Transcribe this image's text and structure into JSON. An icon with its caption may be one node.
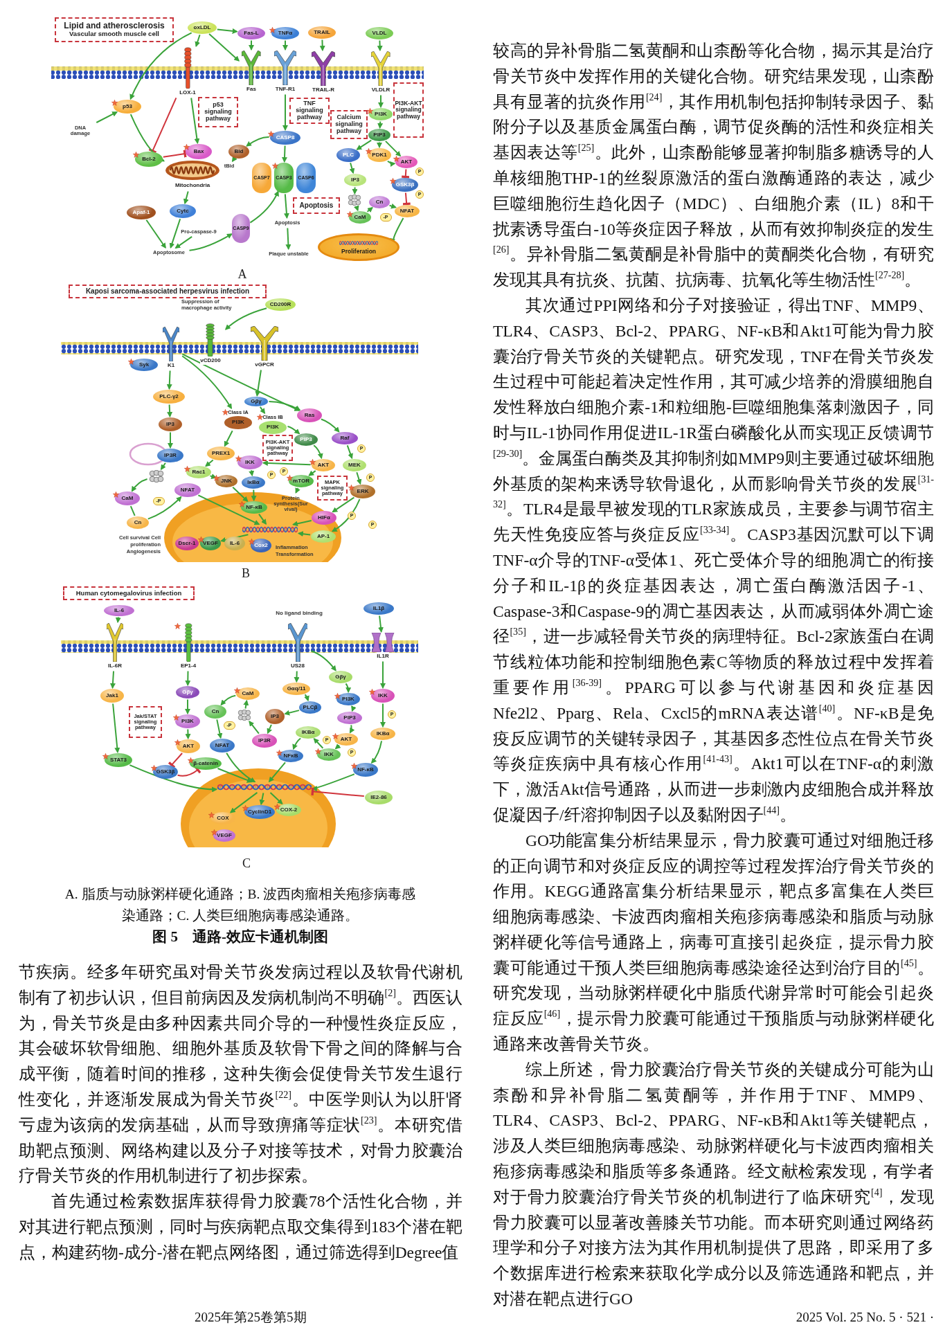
{
  "diagram": {
    "caption": "图 5　通路-效应卡通机制图",
    "nodes": [
      {
        "text": [
          "Lipid and atherosclerosis",
          "Vascular smooth muscle cell"
        ]
      },
      {
        "text": [
          "oxLDL"
        ]
      },
      {
        "text": [
          "Fas-L"
        ]
      },
      {
        "text": [
          "TNFα"
        ]
      },
      {
        "text": [
          "TRAIL"
        ]
      },
      {
        "text": [
          "VLDL"
        ]
      },
      {
        "text": [
          "LOX-1"
        ]
      },
      {
        "text": [
          "Fas"
        ]
      },
      {
        "text": [
          "TNF-R1"
        ]
      },
      {
        "text": [
          "TRAIL-R"
        ]
      },
      {
        "text": [
          "VLDLR"
        ]
      },
      {
        "text": [
          "p53 signaling pathway"
        ]
      },
      {
        "text": [
          "TNF signaling pathway"
        ]
      },
      {
        "text": [
          "Calcium signaling pathway"
        ]
      },
      {
        "text": [
          "PI3K-AKT signaling pathway"
        ]
      },
      {
        "text": [
          "p53"
        ]
      },
      {
        "text": [
          "DNA damage"
        ]
      },
      {
        "text": [
          "Bcl-2"
        ]
      },
      {
        "text": [
          "Bax"
        ]
      },
      {
        "text": [
          "Mitochondria"
        ]
      },
      {
        "text": [
          "tBid"
        ]
      },
      {
        "text": [
          "Bid"
        ]
      },
      {
        "text": [
          "CASP8"
        ]
      },
      {
        "text": [
          "CASP7"
        ]
      },
      {
        "text": [
          "CASP3"
        ]
      },
      {
        "text": [
          "CASP6"
        ]
      },
      {
        "text": [
          "Apoptosis"
        ]
      },
      {
        "text": [
          "Cytc"
        ]
      },
      {
        "text": [
          "Apaf-1"
        ]
      },
      {
        "text": [
          "Pro-caspase-9"
        ]
      },
      {
        "text": [
          "Apoptosome"
        ]
      },
      {
        "text": [
          "CASP9"
        ]
      },
      {
        "text": [
          "Apoptosis"
        ]
      },
      {
        "text": [
          "Plaque unstable"
        ]
      },
      {
        "text": [
          "PI3K"
        ]
      },
      {
        "text": [
          "PIP3"
        ]
      },
      {
        "text": [
          "PLC"
        ]
      },
      {
        "text": [
          "PDK1"
        ]
      },
      {
        "text": [
          "AKT"
        ]
      },
      {
        "text": [
          "IP3"
        ]
      },
      {
        "text": [
          "GSK3β"
        ]
      },
      {
        "text": [],
        "shape": "picture"
      },
      {
        "text": [
          "CaM"
        ]
      },
      {
        "text": [
          "Cn"
        ]
      },
      {
        "text": [
          "NFAT"
        ]
      },
      {
        "text": [
          "Proliferation"
        ]
      },
      {
        "text": [
          "Kaposi sarcoma-associated herpesvirus infection"
        ]
      },
      {
        "text": [
          "CD200R"
        ]
      },
      {
        "text": [
          "K1"
        ]
      },
      {
        "text": [
          "vCD200"
        ]
      },
      {
        "text": [
          "vGPCR"
        ]
      },
      {
        "text": [
          "Syk"
        ]
      },
      {
        "text": [
          "PLC-γ2"
        ]
      },
      {
        "text": [
          "IP3"
        ]
      },
      {
        "text": [
          "IP3R"
        ]
      },
      {
        "text": [],
        "shape": "picture"
      },
      {
        "text": [
          "CaM"
        ]
      },
      {
        "text": [
          "Cn"
        ]
      },
      {
        "text": [
          "NFAT"
        ]
      },
      {
        "text": [
          "Class IA",
          "PI3K"
        ]
      },
      {
        "text": [
          "Class IB",
          "PI3K"
        ]
      },
      {
        "text": [
          "Gβγ"
        ]
      },
      {
        "text": [
          "Ras"
        ]
      },
      {
        "text": [
          "Raf"
        ]
      },
      {
        "text": [
          "MEK"
        ]
      },
      {
        "text": [
          "ERK"
        ]
      },
      {
        "text": [
          "MAPK signaling pathway"
        ]
      },
      {
        "text": [
          "PI3K-AKT signaling pathway"
        ]
      },
      {
        "text": [
          "PIP3"
        ]
      },
      {
        "text": [
          "AKT"
        ]
      },
      {
        "text": [
          "mTOR"
        ]
      },
      {
        "text": [
          "IKK"
        ]
      },
      {
        "text": [
          "IκBα"
        ]
      },
      {
        "text": [
          "PREX1"
        ]
      },
      {
        "text": [
          "Rac1"
        ]
      },
      {
        "text": [
          "JNK"
        ]
      },
      {
        "text": [
          "NF-κB"
        ]
      },
      {
        "text": [
          "Protein synthesis(Survival)"
        ]
      },
      {
        "text": [
          "HIFα"
        ]
      },
      {
        "text": [
          "AP-1"
        ]
      },
      {
        "text": [],
        "shape": "picture"
      },
      {
        "text": [
          "Dscr-1"
        ]
      },
      {
        "text": [
          "VEGF"
        ]
      },
      {
        "text": [
          "IL-6"
        ]
      },
      {
        "text": [
          "Cox2"
        ]
      },
      {
        "text": [
          "Human cytomegalovirus infection"
        ]
      },
      {
        "text": [
          "IL-6"
        ]
      },
      {
        "text": [
          "IL-6R"
        ]
      },
      {
        "text": [
          "EP1-4"
        ]
      },
      {
        "text": [
          "US28"
        ],
        "beside": [
          "No ligand binding"
        ]
      },
      {
        "text": [
          "IL1β"
        ]
      },
      {
        "text": [
          "IL1R"
        ]
      },
      {
        "text": [
          "Jak1"
        ]
      },
      {
        "text": [
          "Jak/STAT signaling pathway"
        ]
      },
      {
        "text": [
          "STAT3"
        ]
      },
      {
        "text": [
          "Gβγ"
        ]
      },
      {
        "text": [
          "PI3K"
        ]
      },
      {
        "text": [
          "AKT"
        ]
      },
      {
        "text": [
          "β-catenin"
        ]
      },
      {
        "text": [
          "GSK3β"
        ]
      },
      {
        "text": [
          "CaM"
        ]
      },
      {
        "text": [],
        "shape": "picture"
      },
      {
        "text": [
          "Cn"
        ]
      },
      {
        "text": [
          "NFAT"
        ]
      },
      {
        "text": [
          "IP3"
        ]
      },
      {
        "text": [
          "IP3R"
        ]
      },
      {
        "text": [
          "Gαq/11"
        ]
      },
      {
        "text": [
          "PLCβ"
        ]
      },
      {
        "text": [
          "Gβγ"
        ]
      },
      {
        "text": [
          "PI3K"
        ]
      },
      {
        "text": [
          "PIP3"
        ]
      },
      {
        "text": [
          "AKT"
        ]
      },
      {
        "text": [
          "IKBα"
        ]
      },
      {
        "text": [
          "NFκB"
        ]
      },
      {
        "text": [
          "IKK"
        ]
      },
      {
        "text": [
          "IKK"
        ]
      },
      {
        "text": [
          "IKBα"
        ]
      },
      {
        "text": [
          "NF-κB"
        ]
      },
      {
        "text": [
          "IE2-86"
        ]
      },
      {
        "text": [],
        "shape": "picture"
      },
      {
        "text": [
          "COX"
        ]
      },
      {
        "text": [
          "VEGF"
        ]
      },
      {
        "text": [
          "CyclinD1"
        ]
      },
      {
        "text": [
          "COX-2"
        ]
      }
    ],
    "edges": [
      {
        "from": 1,
        "to": 6,
        "arrow": "to"
      },
      {
        "from": 1,
        "to": 2,
        "arrow": "to"
      },
      {
        "from": 1,
        "to": 7,
        "arrow": "to"
      },
      {
        "from": 1,
        "to": 15,
        "arrow": "to"
      },
      {
        "from": 2,
        "to": 7,
        "arrow": "to"
      },
      {
        "from": 3,
        "to": 8,
        "arrow": "to"
      },
      {
        "from": 4,
        "to": 9,
        "arrow": "to"
      },
      {
        "from": 5,
        "to": 10,
        "arrow": "to"
      },
      {
        "from": 6,
        "to": 17,
        "arrow": "other",
        "color": "#d0343c"
      },
      {
        "from": 6,
        "to": 18,
        "arrow": "to"
      },
      {
        "from": 16,
        "to": 15,
        "arrow": "to"
      },
      {
        "from": 15,
        "to": 19,
        "arrow": "to"
      },
      {
        "from": 17,
        "to": 18,
        "arrow": "other",
        "color": "#d0343c"
      },
      {
        "from": 21,
        "to": 20,
        "arrow": "to"
      },
      {
        "from": 19,
        "to": 27,
        "arrow": "to"
      },
      {
        "from": 28,
        "to": 30,
        "arrow": "to"
      },
      {
        "from": 27,
        "to": 30,
        "arrow": "to"
      },
      {
        "from": 29,
        "to": 30,
        "arrow": "to"
      },
      {
        "from": 30,
        "to": 31,
        "arrow": "to"
      },
      {
        "from": 8,
        "to": 22,
        "arrow": "to"
      },
      {
        "from": 22,
        "to": 21,
        "arrow": "to"
      },
      {
        "from": 22,
        "to": 24,
        "arrow": "to"
      },
      {
        "from": 31,
        "to": 24,
        "arrow": "to"
      },
      {
        "from": 24,
        "to": 32,
        "arrow": "to"
      },
      {
        "from": 32,
        "to": 33,
        "arrow": "to"
      },
      {
        "from": 10,
        "to": 34,
        "arrow": "to"
      },
      {
        "from": 34,
        "to": 35,
        "arrow": "to"
      },
      {
        "from": 35,
        "to": 36,
        "arrow": "to"
      },
      {
        "from": 35,
        "to": 37,
        "arrow": "to"
      },
      {
        "from": 35,
        "to": 38,
        "arrow": "to"
      },
      {
        "from": 37,
        "to": 38,
        "arrow": "to"
      },
      {
        "from": 38,
        "to": 40,
        "arrow": "other",
        "color": "#d0343c"
      },
      {
        "from": 40,
        "to": 44,
        "arrow": "other",
        "color": "#d0343c"
      },
      {
        "from": 36,
        "to": 39,
        "arrow": "to"
      },
      {
        "from": 39,
        "to": 41,
        "arrow": "to"
      },
      {
        "from": 41,
        "to": 42,
        "arrow": "to"
      },
      {
        "from": 42,
        "to": 43,
        "arrow": "to"
      },
      {
        "from": 43,
        "to": 44,
        "arrow": "to"
      },
      {
        "from": 44,
        "to": 45,
        "arrow": "to"
      },
      {
        "from": 47,
        "to": 49,
        "arrow": "to",
        "label": "Suppression of macrophage activity"
      },
      {
        "from": 48,
        "to": 52,
        "arrow": "to"
      },
      {
        "from": 48,
        "to": 59,
        "arrow": "to"
      },
      {
        "from": 48,
        "to": 62,
        "arrow": "to"
      },
      {
        "from": 50,
        "to": 61,
        "arrow": "to"
      },
      {
        "from": 61,
        "to": 62,
        "arrow": "to"
      },
      {
        "from": 61,
        "to": 60,
        "arrow": "to"
      },
      {
        "from": 60,
        "to": 68,
        "arrow": "to"
      },
      {
        "from": 68,
        "to": 69,
        "arrow": "to"
      },
      {
        "from": 69,
        "to": 71,
        "arrow": "to"
      },
      {
        "from": 69,
        "to": 70,
        "arrow": "to"
      },
      {
        "from": 70,
        "to": 77,
        "arrow": "to"
      },
      {
        "from": 71,
        "to": 72,
        "arrow": "to"
      },
      {
        "from": 72,
        "to": 76,
        "arrow": "to"
      },
      {
        "from": 76,
        "to": 80,
        "arrow": "to"
      },
      {
        "from": 62,
        "to": 63,
        "arrow": "to"
      },
      {
        "from": 63,
        "to": 64,
        "arrow": "to"
      },
      {
        "from": 64,
        "to": 65,
        "arrow": "to"
      },
      {
        "from": 65,
        "to": 78,
        "arrow": "to"
      },
      {
        "from": 65,
        "to": 79,
        "arrow": "to"
      },
      {
        "from": 78,
        "to": 80,
        "arrow": "to"
      },
      {
        "from": 79,
        "to": 80,
        "arrow": "to"
      },
      {
        "from": 52,
        "to": 53,
        "arrow": "to"
      },
      {
        "from": 53,
        "to": 54,
        "arrow": "to"
      },
      {
        "from": 54,
        "to": 55,
        "arrow": "to"
      },
      {
        "from": 55,
        "to": 56,
        "arrow": "to"
      },
      {
        "from": 56,
        "to": 57,
        "arrow": "none"
      },
      {
        "from": 57,
        "to": 58,
        "arrow": "to"
      },
      {
        "from": 58,
        "to": 80,
        "arrow": "to"
      },
      {
        "from": 59,
        "to": 73,
        "arrow": "to"
      },
      {
        "from": 73,
        "to": 74,
        "arrow": "to"
      },
      {
        "from": 74,
        "to": 75,
        "arrow": "to"
      },
      {
        "from": 75,
        "to": 76,
        "arrow": "to"
      },
      {
        "from": 80,
        "to": 82,
        "arrow": "to"
      },
      {
        "from": 86,
        "to": 87,
        "arrow": "to"
      },
      {
        "from": 87,
        "to": 92,
        "arrow": "to"
      },
      {
        "from": 92,
        "to": 94,
        "arrow": "to"
      },
      {
        "from": 94,
        "to": 119,
        "arrow": "to"
      },
      {
        "from": 88,
        "to": 95,
        "arrow": "to"
      },
      {
        "from": 95,
        "to": 96,
        "arrow": "to"
      },
      {
        "from": 96,
        "to": 97,
        "arrow": "to"
      },
      {
        "from": 97,
        "to": 99,
        "arrow": "other",
        "color": "#d0343c"
      },
      {
        "from": 99,
        "to": 98,
        "arrow": "other",
        "color": "#d0343c"
      },
      {
        "from": 98,
        "to": 119,
        "arrow": "to"
      },
      {
        "from": 100,
        "to": 102,
        "arrow": "to"
      },
      {
        "from": 102,
        "to": 103,
        "arrow": "to"
      },
      {
        "from": 103,
        "to": 119,
        "arrow": "to"
      },
      {
        "from": 101,
        "to": 100,
        "arrow": "to"
      },
      {
        "from": 105,
        "to": 101,
        "arrow": "to"
      },
      {
        "from": 104,
        "to": 105,
        "arrow": "to"
      },
      {
        "from": 107,
        "to": 104,
        "arrow": "to"
      },
      {
        "from": 106,
        "to": 107,
        "arrow": "to"
      },
      {
        "from": 89,
        "to": 106,
        "arrow": "to"
      },
      {
        "from": 89,
        "to": 108,
        "arrow": "to"
      },
      {
        "from": 108,
        "to": 109,
        "arrow": "to"
      },
      {
        "from": 109,
        "to": 110,
        "arrow": "to"
      },
      {
        "from": 110,
        "to": 111,
        "arrow": "to"
      },
      {
        "from": 111,
        "to": 114,
        "arrow": "to"
      },
      {
        "from": 114,
        "to": 112,
        "arrow": "to"
      },
      {
        "from": 112,
        "to": 113,
        "arrow": "to"
      },
      {
        "from": 113,
        "to": 119,
        "arrow": "to"
      },
      {
        "from": 90,
        "to": 91,
        "arrow": "to"
      },
      {
        "from": 91,
        "to": 115,
        "arrow": "to"
      },
      {
        "from": 115,
        "to": 116,
        "arrow": "to"
      },
      {
        "from": 116,
        "to": 117,
        "arrow": "to"
      },
      {
        "from": 117,
        "to": 119,
        "arrow": "to"
      },
      {
        "from": 118,
        "to": 119,
        "arrow": "other",
        "color": "#d0343c"
      },
      {
        "from": 119,
        "to": 120,
        "arrow": "to"
      },
      {
        "from": 119,
        "to": 122,
        "arrow": "to"
      },
      {
        "from": 119,
        "to": 123,
        "arrow": "to"
      }
    ],
    "labels": [
      "P",
      "P",
      "-P",
      "A",
      "-P",
      "P",
      "P",
      "P",
      "P",
      "P",
      "P",
      "Cell survival Cell proliferation Angiogenesis",
      "Inflammation Transformation",
      "B",
      "-P",
      "P",
      "P",
      "P",
      "C",
      "A. 脂质与动脉粥样硬化通路；B. 波西肉瘤相关疱疹病毒感染通路；C. 人类巨细胞病毒感染通路。",
      "节疾病。经多年研究虽对骨关节炎发病过程以及软骨代谢机制有了初步认识，但目前病因及发病机制尚不明确$^{[2]}$。西医认为，骨关节炎是由多种因素共同介导的一种慢性炎症反应，其会破坏软骨细胞、细胞外基质及软骨下骨之间的降解与合成平衡，随着时间的推移，这种失衡会促使骨关节发生退行性变化，并逐渐发展成为骨关节炎$^{[22]}$。中医学则认为以肝肾亏虚为该病的发病基础，从而导致痹痛等症状$^{[23]}$。本研究借助靶点预测、网络构建以及分子对接等技术，对骨力胶囊治疗骨关节炎的作用机制进行了初步探索。",
      "首先通过检索数据库获得骨力胶囊78个活性化合物，并对其进行靶点预测，同时与疾病靶点取交集得到183个潜在靶点，构建药物-成分-潜在靶点网络图，通过筛选得到Degree值",
      "较高的异补骨脂二氢黄酮和山柰酚等化合物，揭示其是治疗骨关节炎中发挥作用的关键化合物。研究结果发现，山柰酚具有显著的抗炎作用$^{[24]}$，其作用机制包括抑制转录因子、黏附分子以及基质金属蛋白酶，调节促炎酶的活性和炎症相关基因表达等$^{[25]}$。此外，山柰酚能够显著抑制脂多糖诱导的人单核细胞THP-1的丝裂原激活的蛋白激酶通路的表达，减少巨噬细胞衍生趋化因子（MDC）、白细胞介素（IL）8和干扰素诱导蛋白-10等炎症因子释放，从而有效抑制炎症的发生$^{[26]}$。异补骨脂二氢黄酮是补骨脂中的黄酮类化合物，有研究发现其具有抗炎、抗菌、抗病毒、抗氧化等生物活性$^{[27-28]}$。",
      "其次通过PPI网络和分子对接验证，得出TNF、MMP9、TLR4、CASP3、Bcl-2、PPARG、NF-κB和Akt1可能为骨力胶囊治疗骨关节炎的关键靶点。研究发现，TNF在骨关节炎发生过程中可能起着决定性作用，其可减少培养的滑膜细胞自发性释放白细胞介素-1和粒细胞-巨噬细胞集落刺激因子，同时与IL-1协同作用促进IL-1R蛋白磷酸化从而实现正反馈调节$^{[29-30]}$。金属蛋白酶类及其抑制剂如MMP9则主要通过破坏细胞外基质的架构来诱导软骨退化，从而影响骨关节炎的发展$^{[31-32]}$。TLR4是最早被发现的TLR家族成员，主要参与调节宿主先天性免疫应答与炎症反应$^{[33-34]}$。CASP3基因沉默可以下调TNF-α介导的TNF-α受体1、死亡受体介导的细胞凋亡的衔接分子和IL-1β的炎症基因表达，凋亡蛋白酶激活因子-1、Caspase-3和Caspase-9的凋亡基因表达，从而减弱体外凋亡途径$^{[35]}$，进一步减轻骨关节炎的病理特征。Bcl-2家族蛋白在调节线粒体功能和控制细胞色素C等物质的释放过程中发挥着重要作用$^{[36-39]}$。PPARG可以参与代谢基因和炎症基因Nfe2l2、Pparg、Rela、Cxcl5的mRNA表达谱$^{[40]}$。NF-κB是免疫反应调节的关键转录因子，其基因多态性位点在骨关节炎等炎症疾病中具有核心作用$^{[41-43]}$。Akt1可以在TNF-α的刺激下，激活Akt信号通路，从而进一步刺激内皮细胞合成并释放促凝因子/纤溶抑制因子以及黏附因子$^{[44]}$。",
      "GO功能富集分析结果显示，骨力胶囊可通过对细胞迁移的正向调节和对炎症反应的调控等过程发挥治疗骨关节炎的作用。KEGG通路富集分析结果显示，靶点多富集在人类巨细胞病毒感染、卡波西肉瘤相关疱疹病毒感染和脂质与动脉粥样硬化等信号通路上，病毒可直接引起炎症，提示骨力胶囊可能通过干预人类巨细胞病毒感染途径达到治疗目的$^{[45]}$。研究发现，当动脉粥样硬化中脂质代谢异常时可能会引起炎症反应$^{[46]}$，提示骨力胶囊可能通过干预脂质与动脉粥样硬化通路来改善骨关节炎。",
      "综上所述，骨力胶囊治疗骨关节炎的关键成分可能为山柰酚和异补骨脂二氢黄酮等，并作用于TNF、MMP9、TLR4、CASP3、Bcl-2、PPARG、NF-κB和Akt1等关键靶点，涉及人类巨细胞病毒感染、动脉粥样硬化与卡波西肉瘤相关疱疹病毒感染和脂质等多条通路。经文献检索发现，有学者对于骨力胶囊治疗骨关节炎的机制进行了临床研究$^{[4]}$，发现骨力胶囊可以显著改善膝关节功能。而本研究则通过网络药理学和分子对接方法为其作用机制提供了思路，即采用了多个数据库进行检索来获取化学成分以及筛选通路和靶点，并对潜在靶点进行GO",
      "2025年第25卷第5期",
      "2025 Vol. 25 No. 5 · 521 ·"
    ]
  }
}
